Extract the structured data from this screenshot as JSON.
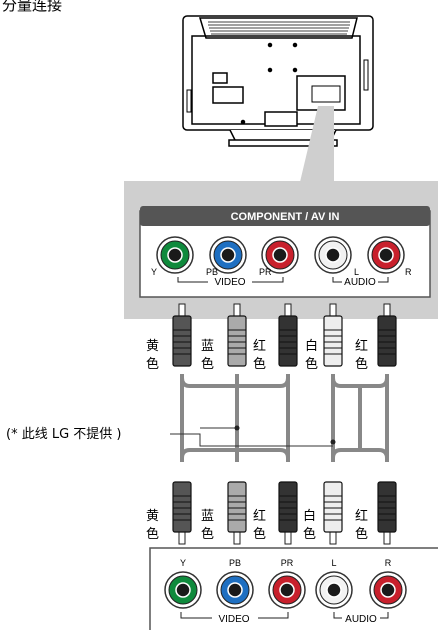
{
  "title": "分量连接",
  "panel": {
    "header": "COMPONENT / AV IN",
    "jacks": [
      "Y",
      "PB",
      "PR",
      "L",
      "R"
    ],
    "video_label": "VIDEO",
    "audio_label": "AUDIO"
  },
  "cable_note": "(* 此线 LG 不提供 )",
  "plug_labels": [
    [
      "黄",
      "色"
    ],
    [
      "蓝",
      "色"
    ],
    [
      "红",
      "色"
    ],
    [
      "白",
      "色"
    ],
    [
      "红",
      "色"
    ]
  ],
  "device": {
    "jacks": [
      "Y",
      "PB",
      "PR",
      "L",
      "R"
    ],
    "video_label": "VIDEO",
    "audio_label": "AUDIO"
  },
  "colors": {
    "green": "#0f8a3c",
    "blue": "#1e6fc1",
    "red": "#c8202c",
    "white": "#f2f2f2",
    "panel_gray": "#cfcfcf",
    "header_gray": "#555555"
  }
}
